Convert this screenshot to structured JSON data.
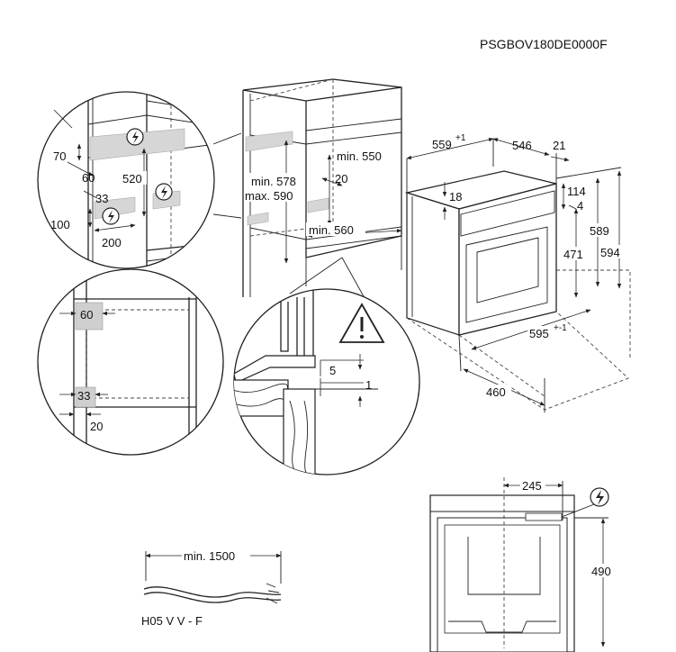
{
  "model_code": "PSGBOV180DE0000F",
  "labels": {
    "d70": "70",
    "d60a": "60",
    "d520": "520",
    "d33a": "33",
    "d100": "100",
    "d200": "200",
    "d60b": "60",
    "d33b": "33",
    "d20a": "20",
    "min578": "min. 578",
    "max590": "max. 590",
    "min550": "min. 550",
    "d20b": "20",
    "min560": "min. 560",
    "d5": "5",
    "d1": "1",
    "d559": "559",
    "d559_sup": "+1",
    "d546": "546",
    "d21": "21",
    "d18": "18",
    "d114": "114",
    "d4": "4",
    "d471": "471",
    "d589": "589",
    "d594": "594",
    "d595": "595",
    "d595_sup": "+-1",
    "d460": "460",
    "min1500": "min. 1500",
    "cable": "H05 V V - F",
    "d245": "245",
    "d490": "490"
  },
  "icons": [
    "lightning-warning-icon",
    "caution-triangle-icon"
  ]
}
